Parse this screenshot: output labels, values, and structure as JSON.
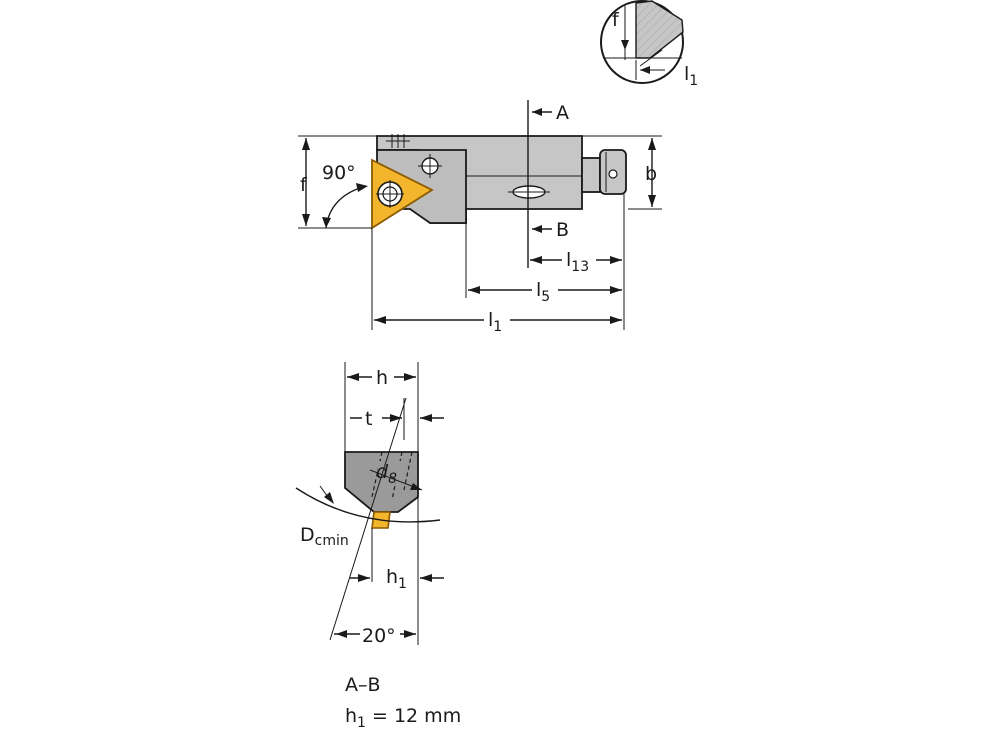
{
  "labels": {
    "f": "f",
    "l1": "l",
    "l1_sub": "1",
    "angle_90": "90°",
    "section_a": "A",
    "section_b": "B",
    "b": "b",
    "l13": "l",
    "l13_sub": "13",
    "l5": "l",
    "l5_sub": "5",
    "h": "h",
    "t": "t",
    "d8": "d",
    "d8_sub": "8",
    "dcmin": "D",
    "dcmin_sub": "cmin",
    "h1": "h",
    "h1_sub": "1",
    "angle_20": "20°"
  },
  "notes": {
    "section_title": "A–B",
    "h1_prefix": "h",
    "h1_sub": "1",
    "h1_value": " = 12 mm"
  },
  "colors": {
    "holder_fill": "#c6c6c6",
    "holder_dark": "#9a9a9a",
    "insert_fill": "#f2b52b",
    "insert_stroke": "#8a5a00",
    "line": "#1a1a1a"
  }
}
